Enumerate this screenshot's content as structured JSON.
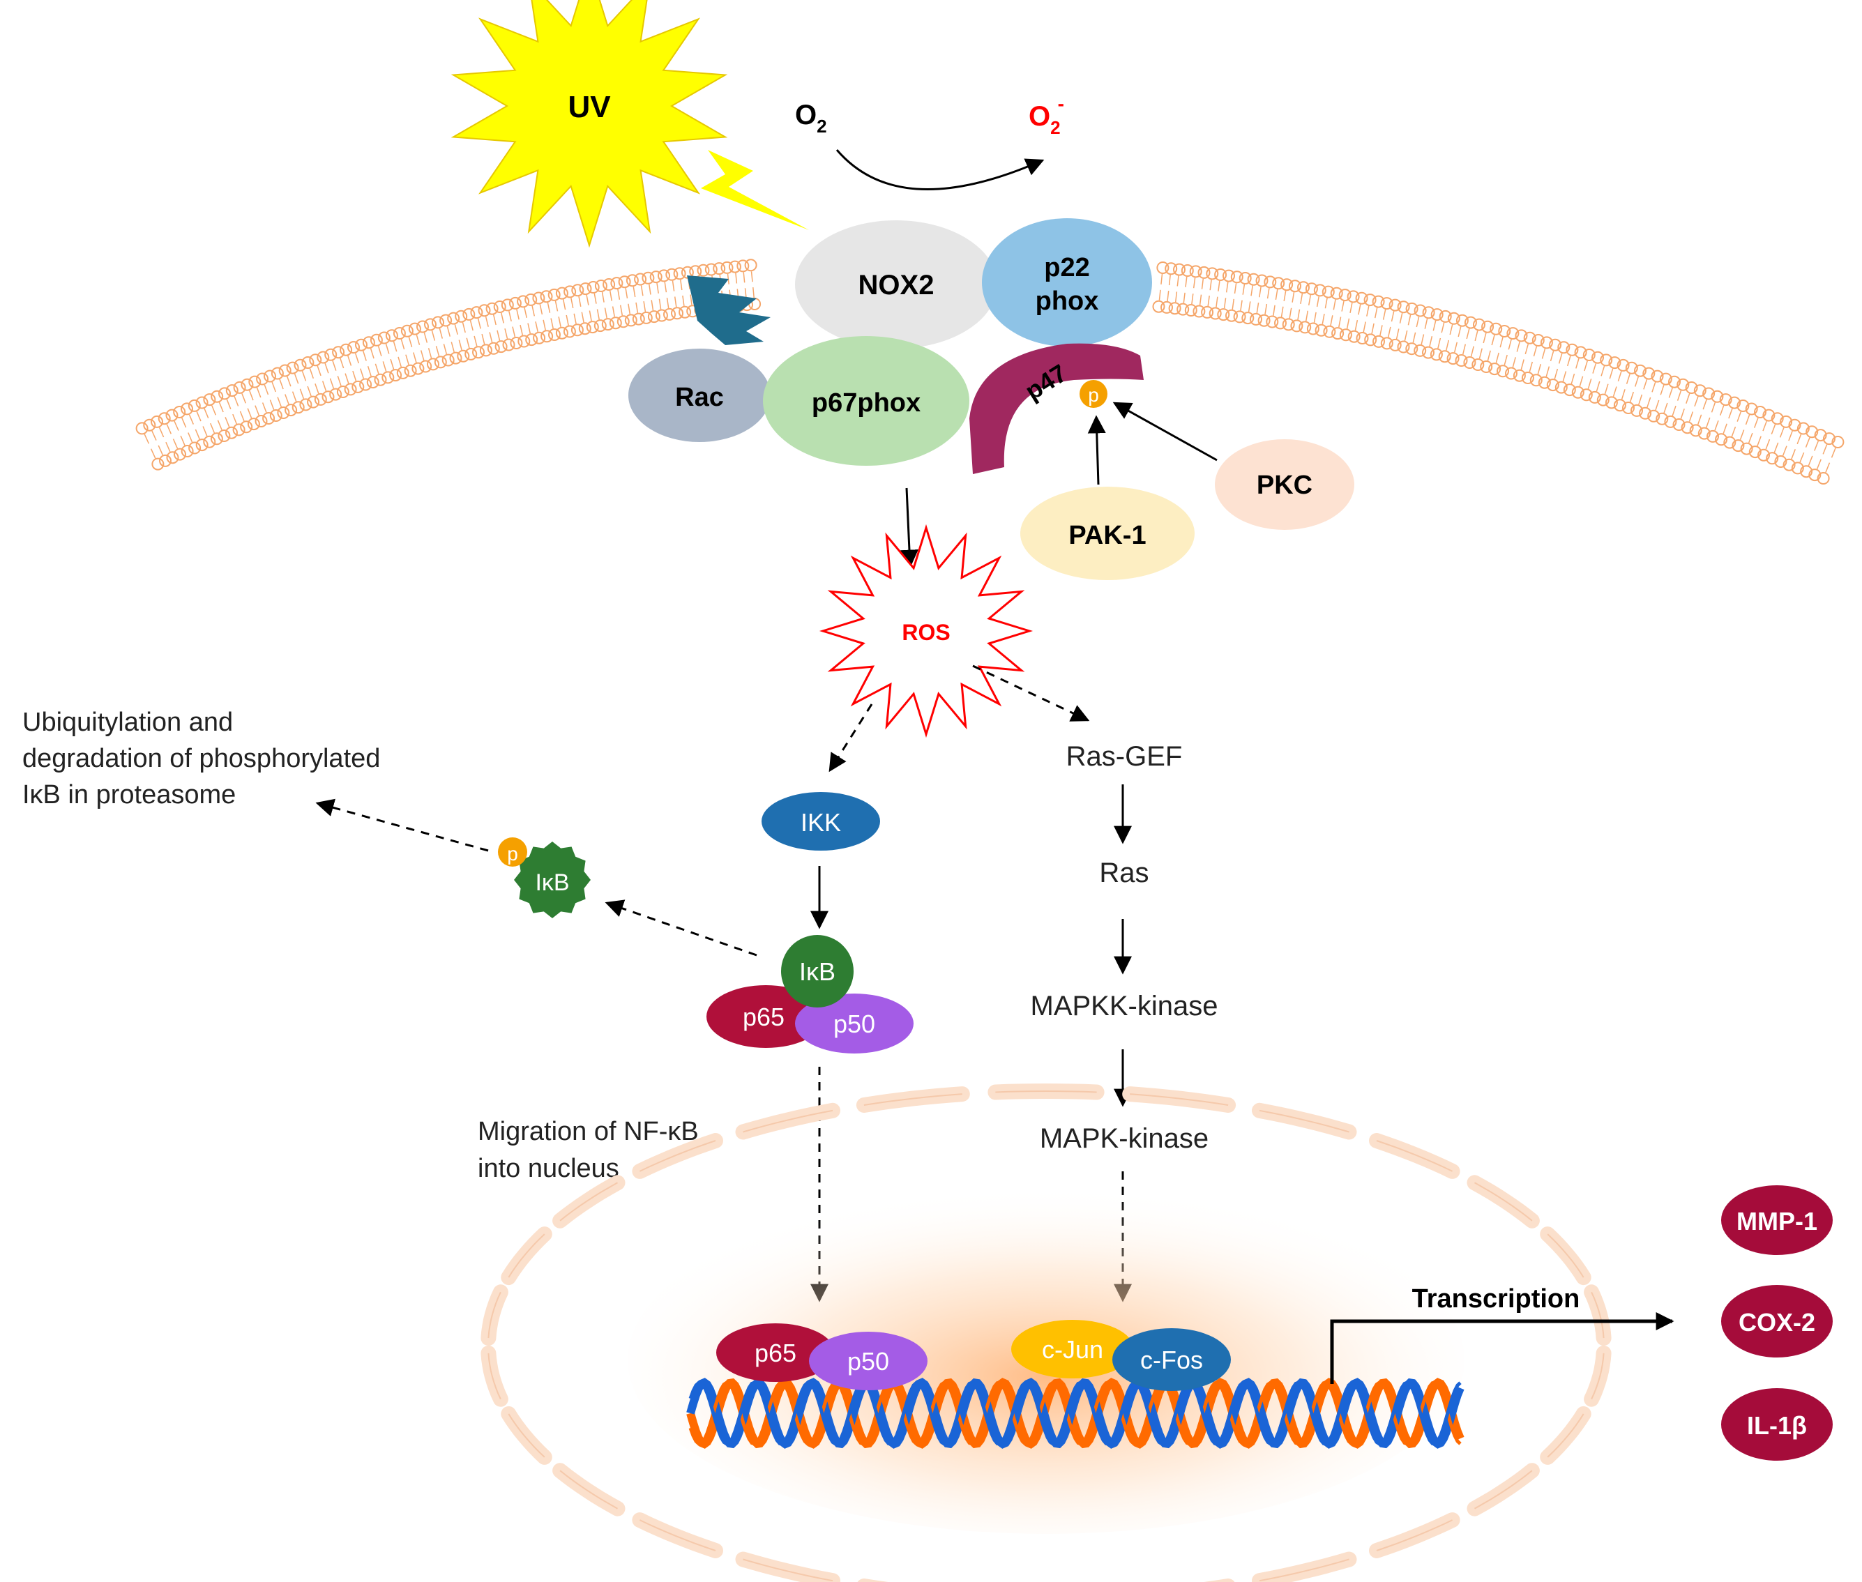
{
  "stimulus": {
    "uv": "UV"
  },
  "reaction": {
    "substrate": "O",
    "substrate_sub": "2",
    "product": "O",
    "product_sub": "2",
    "product_sup": "-"
  },
  "complex": {
    "nox2": "NOX2",
    "p22_line1": "p22",
    "p22_line2": "phox",
    "rac": "Rac",
    "p67": "p67phox",
    "p47": "p47",
    "phospho": "p",
    "pak1": "PAK-1",
    "pkc": "PKC"
  },
  "ros": "ROS",
  "nfkb_branch": {
    "ikk": "IKK",
    "ikb": "IκB",
    "p65": "p65",
    "p50": "p50",
    "phospho": "p",
    "degradation_note": [
      "Ubiquitylation and",
      "degradation of phosphorylated",
      "IκB in proteasome"
    ],
    "migration_note": [
      "Migration of NF-κB",
      "into nucleus"
    ]
  },
  "mapk_branch": {
    "ras_gef": "Ras-GEF",
    "ras": "Ras",
    "mapkk_kinase": "MAPKK-kinase",
    "mapk_kinase": "MAPK-kinase"
  },
  "nucleus": {
    "p65": "p65",
    "p50": "p50",
    "c_jun": "c-Jun",
    "c_fos": "c-Fos",
    "transcription": "Transcription"
  },
  "products": [
    "MMP-1",
    "COX-2",
    "IL-1β"
  ],
  "colors": {
    "uv": "#ffff00",
    "nox2": "#e6e6e6",
    "p22": "#8ec3e6",
    "rac": "#a9b6c8",
    "p67": "#b9e0b0",
    "p47": "#a0285f",
    "phospho": "#f5a000",
    "pak1": "#fdeec2",
    "pkc": "#fde2d2",
    "ros": "#ff0000",
    "ikk": "#1f6fb0",
    "ikb": "#2e7d32",
    "p65": "#b0103a",
    "p50": "#a45ce6",
    "c_jun": "#ffc000",
    "c_fos": "#1f6fb0",
    "product": "#a50c3a",
    "dna_orange": "#ff6a00",
    "dna_blue": "#1a64d6",
    "membrane": "#f5a66a"
  }
}
